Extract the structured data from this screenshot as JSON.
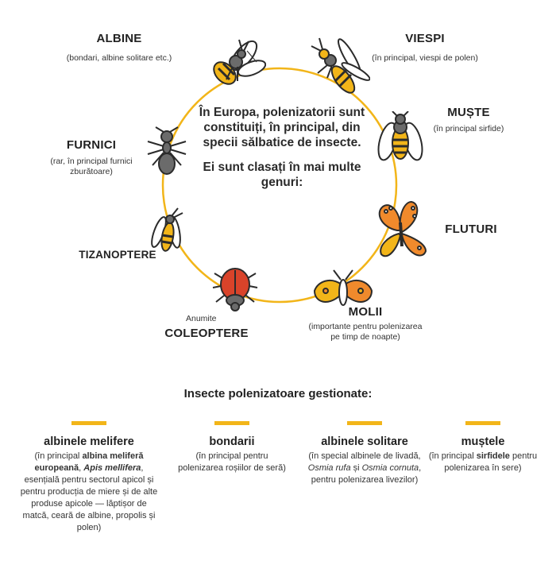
{
  "center": {
    "line1": "În Europa, polenizatorii sunt constituiți, în principal, din specii sălbatice de insecte.",
    "line2": "Ei sunt clasați în mai multe genuri:"
  },
  "groups": {
    "albine": {
      "name": "ALBINE",
      "sub": "(bondari, albine solitare etc.)"
    },
    "viespi": {
      "name": "VIESPI",
      "sub": "(în principal, viespi de polen)"
    },
    "muste": {
      "name": "MUȘTE",
      "sub": "(în principal sirfide)"
    },
    "fluturi": {
      "name": "FLUTURI"
    },
    "molii": {
      "name": "MOLII",
      "sub": "(importante pentru polenizarea pe timp de noapte)"
    },
    "coleoptere": {
      "prefix": "Anumite",
      "name": "COLEOPTERE"
    },
    "tizanoptere": {
      "name": "TIZANOPTERE"
    },
    "furnici": {
      "name": "FURNICI",
      "sub": "(rar, în principal furnici zburătoare)"
    }
  },
  "managed": {
    "title": "Insecte polenizatoare gestionate:",
    "columns": [
      {
        "title": "albinele melifere",
        "t1": "(în principal ",
        "b1": "albina meliferă europeană",
        "t2": ", ",
        "i1": "Apis mellifera",
        "t3": ", esențială pentru sectorul apicol și pentru producția de miere și de alte produse apicole — lăptișor de matcă, ceară de albine, propolis și polen)"
      },
      {
        "title": "bondarii",
        "t1": "(în principal pentru polenizarea roșiilor de seră)"
      },
      {
        "title": "albinele solitare",
        "t1": "(în special albinele de livadă, ",
        "i1": "Osmia rufa",
        "t2": " și ",
        "i2": "Osmia cornuta",
        "t3": ", pentru polenizarea livezilor)"
      },
      {
        "title": "muștele",
        "t1": "(în principal ",
        "b1": "sirfidele",
        "t2": " pentru polenizarea în sere)"
      }
    ]
  },
  "colors": {
    "accent": "#f2b519",
    "ring": "#f2b519",
    "outline": "#2b2b2b",
    "orange": "#f08a2c",
    "red": "#d9432a"
  },
  "icons": [
    "bee-icon",
    "wasp-icon",
    "hoverfly-icon",
    "butterfly-icon",
    "moth-icon",
    "beetle-icon",
    "thrips-icon",
    "ant-icon"
  ]
}
